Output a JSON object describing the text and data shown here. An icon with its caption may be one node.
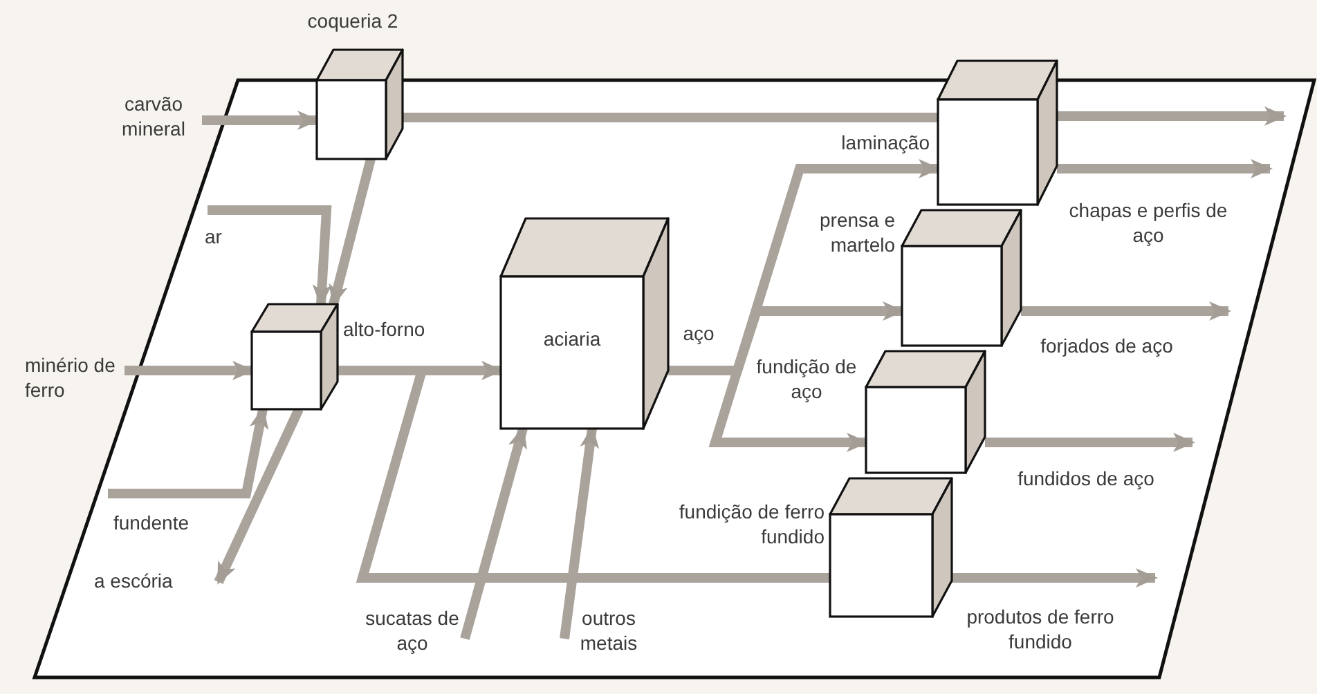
{
  "diagram": {
    "nodes": [
      {
        "text": [
          "coqueria 2"
        ]
      },
      {
        "text": [
          "alto-forno"
        ]
      },
      {
        "text": [
          "aciaria"
        ]
      },
      {
        "text": [
          "laminação"
        ]
      },
      {
        "text": [
          "prensa e martelo"
        ]
      },
      {
        "text": [
          "fundição de aço"
        ]
      },
      {
        "text": [
          "fundição de ferro fundido"
        ]
      },
      {
        "text": [
          "carvão mineral"
        ]
      },
      {
        "text": [
          "minério de ferro"
        ]
      },
      {
        "text": [
          "a escória"
        ]
      },
      {
        "text": [
          "sucatas de aço"
        ]
      },
      {
        "text": [
          "outros metais"
        ]
      }
    ],
    "edges": [
      {
        "from": 7,
        "to": 0,
        "arrow": "to"
      },
      {
        "from": 0,
        "to": 3,
        "arrow": "none"
      },
      {
        "from": 3,
        "to": null,
        "arrow": "to"
      },
      {
        "from": 3,
        "to": null,
        "arrow": "to",
        "label": "chapas e perfis de aço"
      },
      {
        "from": 0,
        "to": 1,
        "arrow": "to"
      },
      {
        "from": null,
        "to": 1,
        "arrow": "to",
        "label": "ar"
      },
      {
        "from": 8,
        "to": 1,
        "arrow": "to"
      },
      {
        "from": null,
        "to": 1,
        "arrow": "to",
        "label": "fundente"
      },
      {
        "from": 1,
        "to": 9,
        "arrow": "to"
      },
      {
        "from": 1,
        "to": 2,
        "arrow": "to"
      },
      {
        "from": 1,
        "to": 6,
        "arrow": "none"
      },
      {
        "from": 10,
        "to": 2,
        "arrow": "to"
      },
      {
        "from": 11,
        "to": 2,
        "arrow": "to"
      },
      {
        "from": 2,
        "to": 3,
        "arrow": "to",
        "label": "aço"
      },
      {
        "from": 2,
        "to": 4,
        "arrow": "to"
      },
      {
        "from": 2,
        "to": 5,
        "arrow": "to"
      },
      {
        "from": 4,
        "to": null,
        "arrow": "to",
        "label": "forjados de aço"
      },
      {
        "from": 5,
        "to": null,
        "arrow": "to",
        "label": "fundidos de aço"
      },
      {
        "from": 6,
        "to": null,
        "arrow": "to",
        "label": "produtos de ferro fundido"
      }
    ]
  }
}
